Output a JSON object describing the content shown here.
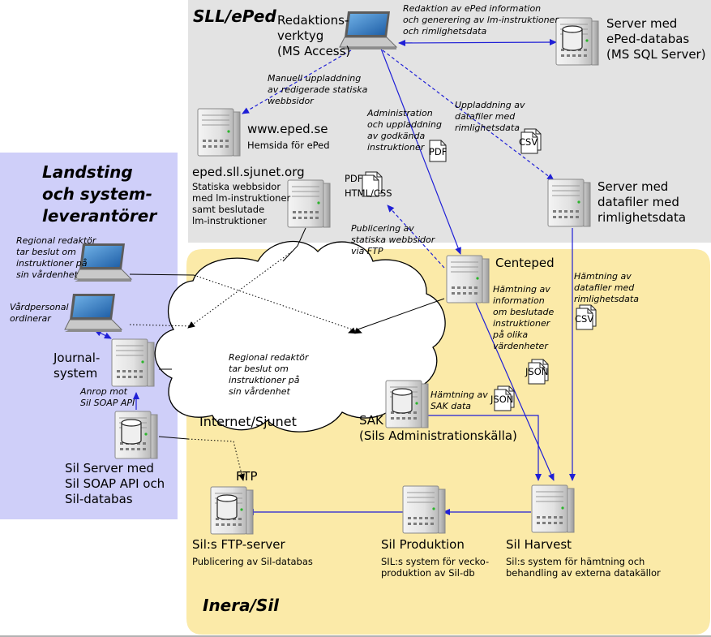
{
  "regions": {
    "sll": "SLL/ePed",
    "landsting": "Landsting\noch system-\nleverantörer",
    "inera": "Inera/Sil"
  },
  "nodes": {
    "redaktionsverktyg": "Redaktions-\nverktyg\n(MS Access)",
    "eped_db": "Server med\nePed-databas\n(MS SQL Server)",
    "www_name": "www.eped.se",
    "www_desc": "Hemsida för ePed",
    "sjunet_name": "eped.sll.sjunet.org",
    "sjunet_desc": "Statiska webbsidor\nmed lm-instruktioner\nsamt beslutade\nlm-instruktioner",
    "datafiler": "Server med\ndatafiler med\nrimlighetsdata",
    "centeped": "Centeped",
    "journal": "Journal-\nsystem",
    "silserver": "Sil Server med\nSil SOAP API och\nSil-databas",
    "sak": "SAK\n(Sils Administrationskälla)",
    "ftp_name": "Sil:s FTP-server",
    "ftp_desc": "Publicering av Sil-databas",
    "prod_name": "Sil Produktion",
    "prod_desc": "SIL:s system för vecko-\nproduktion av Sil-db",
    "harvest_name": "Sil Harvest",
    "harvest_desc": "Sil:s system för hämtning och\nbehandling av externa datakällor",
    "cloud": "Internet/Sjunet",
    "ftp_tag": "FTP"
  },
  "annotations": {
    "redaktion": "Redaktion av ePed information\noch generering av lm-instruktioner\noch rimlighetsdata",
    "manuell": "Manuell uppladdning\nav redigerade statiska\nwebbsidor",
    "admin": "Administration\noch uppladdning\nav godkända\ninstruktioner",
    "uppladdning": "Uppladdning av\ndatafiler med\nrimlighetsdata",
    "publicering": "Publicering av\nstatiska webbsidor\nvia FTP",
    "hamtning_data": "Hämtning av\ndatafiler med\nrimlighetsdata",
    "hamtning_info": "Hämtning av\ninformation\nom beslutade\ninstruktioner\npå olika\nvärdenheter",
    "hamtning_sak": "Hämtning av\nSAK data",
    "regional_top": "Regional redaktör\ntar beslut om\ninstruktioner på\nsin vårdenhet",
    "vardpersonal": "Vårdpersonal\nordinerar",
    "anrop": "Anrop mot\nSil SOAP API",
    "regional_cloud": "Regional redaktör\ntar beslut om\ninstruktioner på\nsin vårdenhet"
  },
  "docs": {
    "pdf": "PDF",
    "csv": "CSV",
    "json": "JSON",
    "html_css": "HTML/CSS"
  },
  "colors": {
    "sll_bg": "#e3e3e3",
    "landsting_bg": "#cfcff9",
    "inera_bg": "#fbeaa8",
    "arrow_blue": "#1f1fd6",
    "line_black": "#000000"
  }
}
